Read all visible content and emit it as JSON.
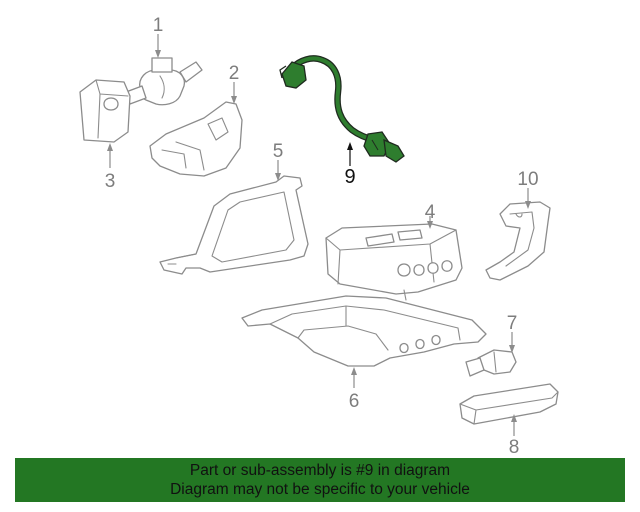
{
  "diagram": {
    "highlight_color": "#2e7d2e",
    "highlighted_part": "9",
    "callouts": [
      "1",
      "2",
      "3",
      "4",
      "5",
      "6",
      "7",
      "8",
      "9",
      "10"
    ]
  },
  "banner": {
    "background": "#237723",
    "line1": "Part or sub-assembly is #9 in diagram",
    "line2": "Diagram may not be specific to your vehicle"
  }
}
